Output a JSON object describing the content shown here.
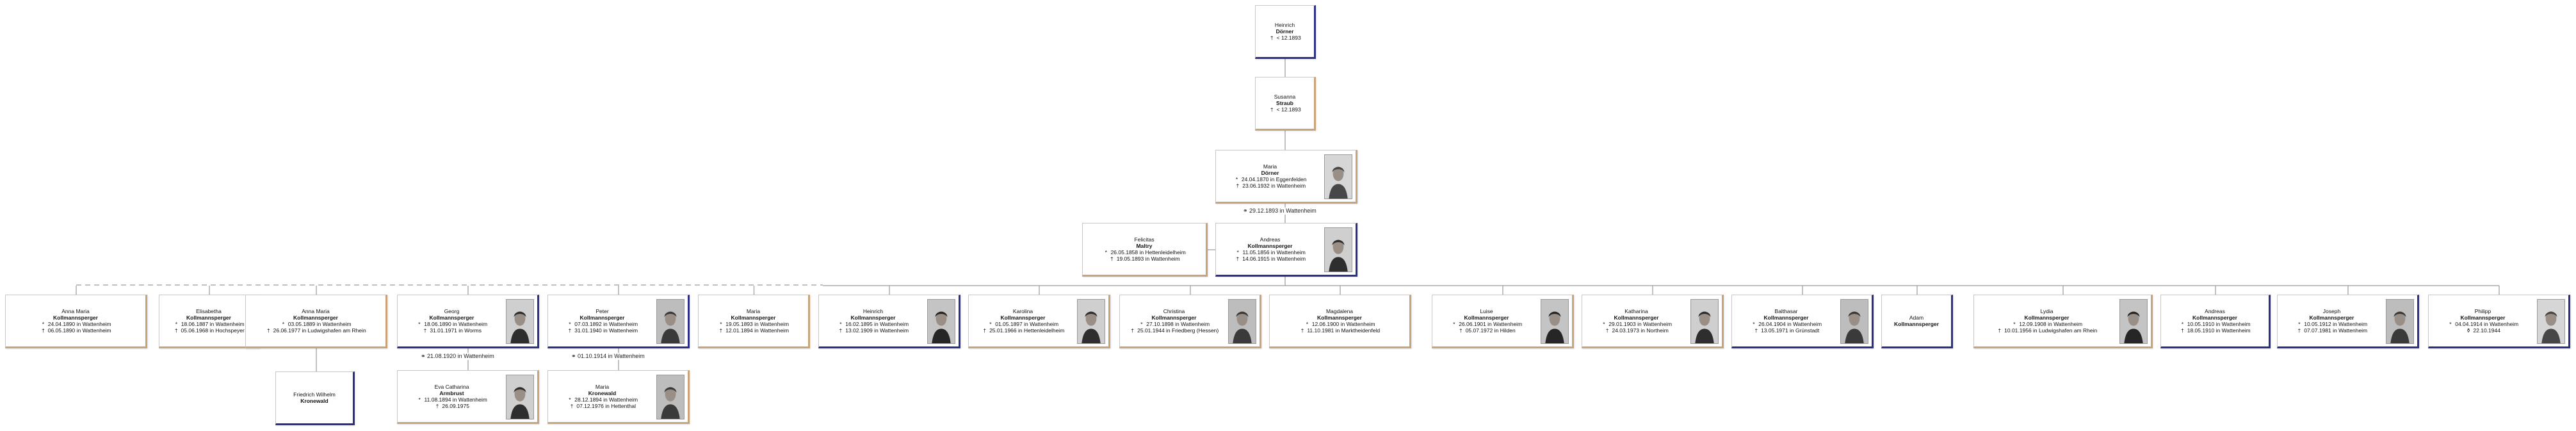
{
  "colors": {
    "male_border": "#2b2f86",
    "female_border": "#c9a37a",
    "unknown_border": "#8f8f8f",
    "line": "#9a9a9a"
  },
  "symbols": {
    "birth": "*",
    "death": "†",
    "burial": "⚱"
  },
  "people": [
    {
      "id": "heinrich_doerner",
      "given": "Heinrich",
      "surname": "Dörner",
      "sex": "m",
      "photo": false,
      "events": [
        {
          "sym": "†",
          "text": "< 12.1893"
        }
      ]
    },
    {
      "id": "susanna_straub",
      "given": "Susanna",
      "surname": "Straub",
      "sex": "f",
      "photo": false,
      "events": [
        {
          "sym": "†",
          "text": "< 12.1893"
        }
      ]
    },
    {
      "id": "maria_doerner",
      "given": "Maria",
      "surname": "Dörner",
      "sex": "f",
      "photo": true,
      "events": [
        {
          "sym": "*",
          "text": "24.04.1870 in Eggenfelden"
        },
        {
          "sym": "†",
          "text": "23.06.1932 in Wattenheim"
        }
      ]
    },
    {
      "id": "felicitas_maltry",
      "given": "Felicitas",
      "surname": "Maltry",
      "sex": "f",
      "photo": false,
      "events": [
        {
          "sym": "*",
          "text": "26.05.1858 in Hettenleidelheim"
        },
        {
          "sym": "†",
          "text": "19.05.1893 in Wattenheim"
        }
      ]
    },
    {
      "id": "andreas_kollmannsperger_sr",
      "given": "Andreas",
      "surname": "Kollmannsperger",
      "sex": "m",
      "photo": true,
      "events": [
        {
          "sym": "*",
          "text": "11.05.1856 in Wattenheim"
        },
        {
          "sym": "†",
          "text": "14.06.1915 in Wattenheim"
        }
      ]
    },
    {
      "id": "anna_maria_1",
      "given": "Anna Maria",
      "surname": "Kollmannsperger",
      "sex": "f",
      "photo": false,
      "events": [
        {
          "sym": "*",
          "text": "24.04.1890 in Wattenheim"
        },
        {
          "sym": "†",
          "text": "06.05.1890 in Wattenheim"
        }
      ]
    },
    {
      "id": "elisabetha",
      "given": "Elisabetha",
      "surname": "Kollmannsperger",
      "sex": "f",
      "photo": false,
      "events": [
        {
          "sym": "*",
          "text": "18.06.1887 in Wattenheim"
        },
        {
          "sym": "†",
          "text": "05.06.1968 in Hochspeyer"
        }
      ]
    },
    {
      "id": "anna_maria_2",
      "given": "Anna Maria",
      "surname": "Kollmannsperger",
      "sex": "f",
      "photo": false,
      "events": [
        {
          "sym": "*",
          "text": "03.05.1889 in Wattenheim"
        },
        {
          "sym": "†",
          "text": "26.06.1977 in Ludwigshafen am Rhein"
        }
      ]
    },
    {
      "id": "georg",
      "given": "Georg",
      "surname": "Kollmannsperger",
      "sex": "m",
      "photo": true,
      "events": [
        {
          "sym": "*",
          "text": "18.06.1890 in Wattenheim"
        },
        {
          "sym": "†",
          "text": "31.01.1971 in Worms"
        }
      ]
    },
    {
      "id": "peter",
      "given": "Peter",
      "surname": "Kollmannsperger",
      "sex": "m",
      "photo": true,
      "events": [
        {
          "sym": "*",
          "text": "07.03.1892 in Wattenheim"
        },
        {
          "sym": "†",
          "text": "31.01.1940 in Wattenheim"
        }
      ]
    },
    {
      "id": "maria_k",
      "given": "Maria",
      "surname": "Kollmannsperger",
      "sex": "f",
      "photo": false,
      "events": [
        {
          "sym": "*",
          "text": "19.05.1893 in Wattenheim"
        },
        {
          "sym": "†",
          "text": "12.01.1894 in Wattenheim"
        }
      ]
    },
    {
      "id": "heinrich_k",
      "given": "Heinrich",
      "surname": "Kollmannsperger",
      "sex": "m",
      "photo": true,
      "events": [
        {
          "sym": "*",
          "text": "16.02.1895 in Wattenheim"
        },
        {
          "sym": "†",
          "text": "13.02.1909 in Wattenheim"
        }
      ]
    },
    {
      "id": "karolina",
      "given": "Karolina",
      "surname": "Kollmannsperger",
      "sex": "f",
      "photo": true,
      "events": [
        {
          "sym": "*",
          "text": "01.05.1897 in Wattenheim"
        },
        {
          "sym": "†",
          "text": "25.01.1966 in Hettenleidelheim"
        }
      ]
    },
    {
      "id": "christina",
      "given": "Christina",
      "surname": "Kollmannsperger",
      "sex": "f",
      "photo": true,
      "events": [
        {
          "sym": "*",
          "text": "27.10.1898 in Wattenheim"
        },
        {
          "sym": "†",
          "text": "25.01.1944 in Friedberg (Hessen)"
        }
      ]
    },
    {
      "id": "magdalena",
      "given": "Magdalena",
      "surname": "Kollmannsperger",
      "sex": "f",
      "photo": false,
      "events": [
        {
          "sym": "*",
          "text": "12.06.1900 in Wattenheim"
        },
        {
          "sym": "†",
          "text": "11.10.1981 in Marktheidenfeld"
        }
      ]
    },
    {
      "id": "luise",
      "given": "Luise",
      "surname": "Kollmannsperger",
      "sex": "f",
      "photo": true,
      "events": [
        {
          "sym": "*",
          "text": "26.06.1901 in Wattenheim"
        },
        {
          "sym": "†",
          "text": "05.07.1972 in Hilden"
        }
      ]
    },
    {
      "id": "katharina",
      "given": "Katharina",
      "surname": "Kollmannsperger",
      "sex": "f",
      "photo": true,
      "events": [
        {
          "sym": "*",
          "text": "29.01.1903 in Wattenheim"
        },
        {
          "sym": "†",
          "text": "24.03.1973 in Northeim"
        }
      ]
    },
    {
      "id": "balthasar",
      "given": "Balthasar",
      "surname": "Kollmannsperger",
      "sex": "m",
      "photo": true,
      "events": [
        {
          "sym": "*",
          "text": "26.04.1904 in Wattenheim"
        },
        {
          "sym": "†",
          "text": "13.05.1971 in Grünstadt"
        }
      ]
    },
    {
      "id": "adam",
      "given": "Adam",
      "surname": "Kollmannsperger",
      "sex": "m",
      "photo": false,
      "events": []
    },
    {
      "id": "lydia",
      "given": "Lydia",
      "surname": "Kollmannsperger",
      "sex": "f",
      "photo": true,
      "events": [
        {
          "sym": "*",
          "text": "12.09.1908 in Wattenheim"
        },
        {
          "sym": "†",
          "text": "10.01.1956 in Ludwigshafen am Rhein"
        }
      ]
    },
    {
      "id": "andreas_jr",
      "given": "Andreas",
      "surname": "Kollmannsperger",
      "sex": "m",
      "photo": false,
      "events": [
        {
          "sym": "*",
          "text": "10.05.1910 in Wattenheim"
        },
        {
          "sym": "†",
          "text": "18.05.1910 in Wattenheim"
        }
      ]
    },
    {
      "id": "joseph",
      "given": "Joseph",
      "surname": "Kollmannsperger",
      "sex": "m",
      "photo": true,
      "events": [
        {
          "sym": "*",
          "text": "10.05.1912 in Wattenheim"
        },
        {
          "sym": "†",
          "text": "07.07.1981 in Wattenheim"
        }
      ]
    },
    {
      "id": "philipp",
      "given": "Philipp",
      "surname": "Kollmannsperger",
      "sex": "m",
      "photo": true,
      "events": [
        {
          "sym": "*",
          "text": "04.04.1914 in Wattenheim"
        },
        {
          "sym": "⚱",
          "text": "22.10.1944"
        }
      ]
    },
    {
      "id": "friedrich_wilhelm",
      "given": "Friedrich Wilhelm",
      "surname": "Kronewald",
      "sex": "m",
      "photo": false,
      "events": []
    },
    {
      "id": "eva_catharina",
      "given": "Eva Catharina",
      "surname": "Armbrust",
      "sex": "f",
      "photo": true,
      "events": [
        {
          "sym": "*",
          "text": "11.08.1894 in Wattenheim"
        },
        {
          "sym": "†",
          "text": "26.09.1975"
        }
      ]
    },
    {
      "id": "maria_kronewald",
      "given": "Maria",
      "surname": "Kronewald",
      "sex": "f",
      "photo": true,
      "events": [
        {
          "sym": "*",
          "text": "28.12.1894 in Wattenheim"
        },
        {
          "sym": "†",
          "text": "07.12.1976 in Hettenthal"
        }
      ]
    }
  ],
  "marriages": [
    {
      "id": "marriage_andreas_maria",
      "symbol": "⚭",
      "text": "29.12.1893 in Wattenheim"
    },
    {
      "id": "marriage_georg_eva",
      "symbol": "⚭",
      "text": "21.08.1920 in Wattenheim"
    },
    {
      "id": "marriage_peter_maria",
      "symbol": "⚭",
      "text": "01.10.1914 in Wattenheim"
    }
  ]
}
